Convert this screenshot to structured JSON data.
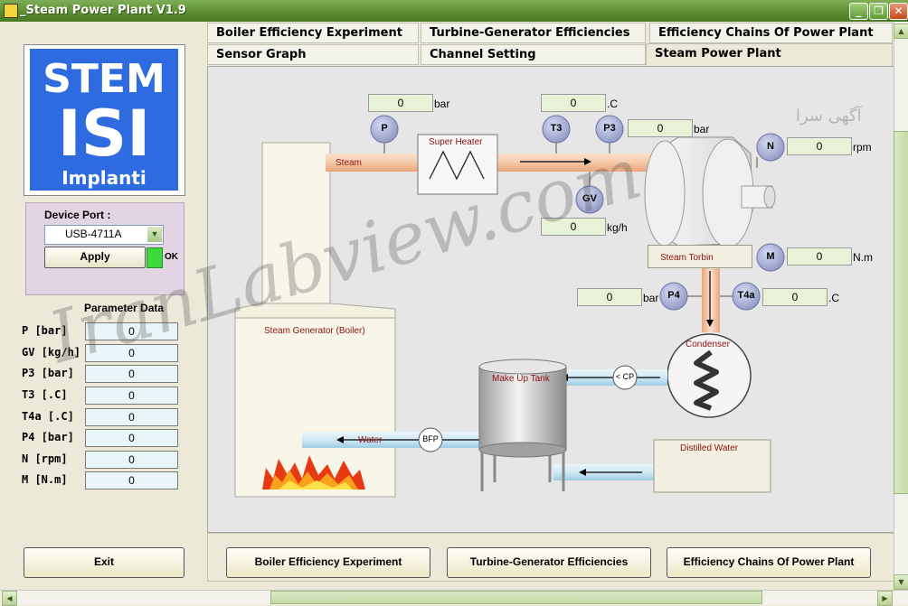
{
  "window": {
    "title": "_Steam Power Plant V1.9",
    "minimize": "_",
    "restore": "❐",
    "close": "✕"
  },
  "logo": {
    "line1": "STEM",
    "line2": "ISI",
    "line3": "Implanti"
  },
  "device": {
    "label": "Device Port :",
    "port": "USB-4711A",
    "apply": "Apply",
    "status": "OK"
  },
  "parameters": {
    "title": "Parameter Data",
    "items": [
      {
        "label": "P [bar]",
        "value": "0"
      },
      {
        "label": "GV [kg/h]",
        "value": "0"
      },
      {
        "label": "P3 [bar]",
        "value": "0"
      },
      {
        "label": "T3 [.C]",
        "value": "0"
      },
      {
        "label": "T4a [.C]",
        "value": "0"
      },
      {
        "label": "P4 [bar]",
        "value": "0"
      },
      {
        "label": "N [rpm]",
        "value": "0"
      },
      {
        "label": "M [N.m]",
        "value": "0"
      }
    ]
  },
  "exit": "Exit",
  "tabs": {
    "boiler": "Boiler Efficiency Experiment",
    "turbine": "Turbine-Generator Efficiencies",
    "chains": "Efficiency Chains Of Power Plant",
    "sensor": "Sensor Graph",
    "channel": "Channel Setting",
    "steam": "Steam Power Plant"
  },
  "diagram": {
    "p_value": "0",
    "p_unit": "bar",
    "t3_value": "0",
    "t3_unit": ".C",
    "p3_value": "0",
    "p3_unit": "bar",
    "n_value": "0",
    "n_unit": "rpm",
    "gv_value": "0",
    "gv_unit": "kg/h",
    "m_value": "0",
    "m_unit": "N.m",
    "p4_value": "0",
    "p4_unit": "bar",
    "t4a_value": "0",
    "t4a_unit": ".C",
    "sensor_p": "P",
    "sensor_t3": "T3",
    "sensor_p3": "P3",
    "sensor_gv": "GV",
    "sensor_n": "N",
    "sensor_m": "M",
    "sensor_p4": "P4",
    "sensor_t4a": "T4a",
    "pump_cp": "< CP",
    "pump_bfp": "BFP",
    "label_superheater": "Super Heater",
    "label_steam": "Steam",
    "label_turbine": "Steam Torbin",
    "label_generator": "Steam Generator (Boiler)",
    "label_condenser": "Condenser",
    "label_makeup": "Make Up Tank",
    "label_water": "Water",
    "label_distilled": "Distilled Water"
  },
  "bottom_buttons": {
    "boiler": "Boiler Efficiency Experiment",
    "turbine": "Turbine-Generator Efficiencies",
    "chains": "Efficiency Chains Of Power Plant"
  },
  "watermark": {
    "text": "IranLabview.com",
    "corner": "آگهی سرا"
  },
  "colors": {
    "titlebar": "#5c8f33",
    "led": "#3cd83c",
    "steam_pipe": "#f6c9a8",
    "water_pipe": "#cfe9f5",
    "logo_blue": "#2e6be0"
  }
}
